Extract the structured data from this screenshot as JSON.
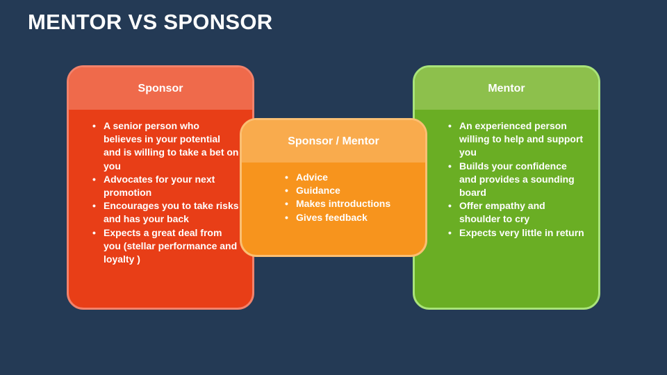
{
  "title": "MENTOR VS SPONSOR",
  "sponsor": {
    "heading": "Sponsor",
    "items": [
      "A senior person who believes in your potential and is willing to take a bet on you",
      "Advocates for your next promotion",
      "Encourages you to take risks and has your back",
      "Expects a great deal from you (stellar performance and loyalty )"
    ]
  },
  "both": {
    "heading": "Sponsor / Mentor",
    "items": [
      "Advice",
      "Guidance",
      "Makes introductions",
      "Gives feedback"
    ]
  },
  "mentor": {
    "heading": "Mentor",
    "items": [
      "An experienced person willing to help and support you",
      "Builds your confidence and provides a sounding board",
      "Offer empathy and shoulder to cry",
      "Expects very little in return"
    ]
  },
  "colors": {
    "background": "#243a55",
    "sponsor": "#e83e17",
    "sponsor_mentor": "#f7941d",
    "mentor": "#6aae24"
  }
}
